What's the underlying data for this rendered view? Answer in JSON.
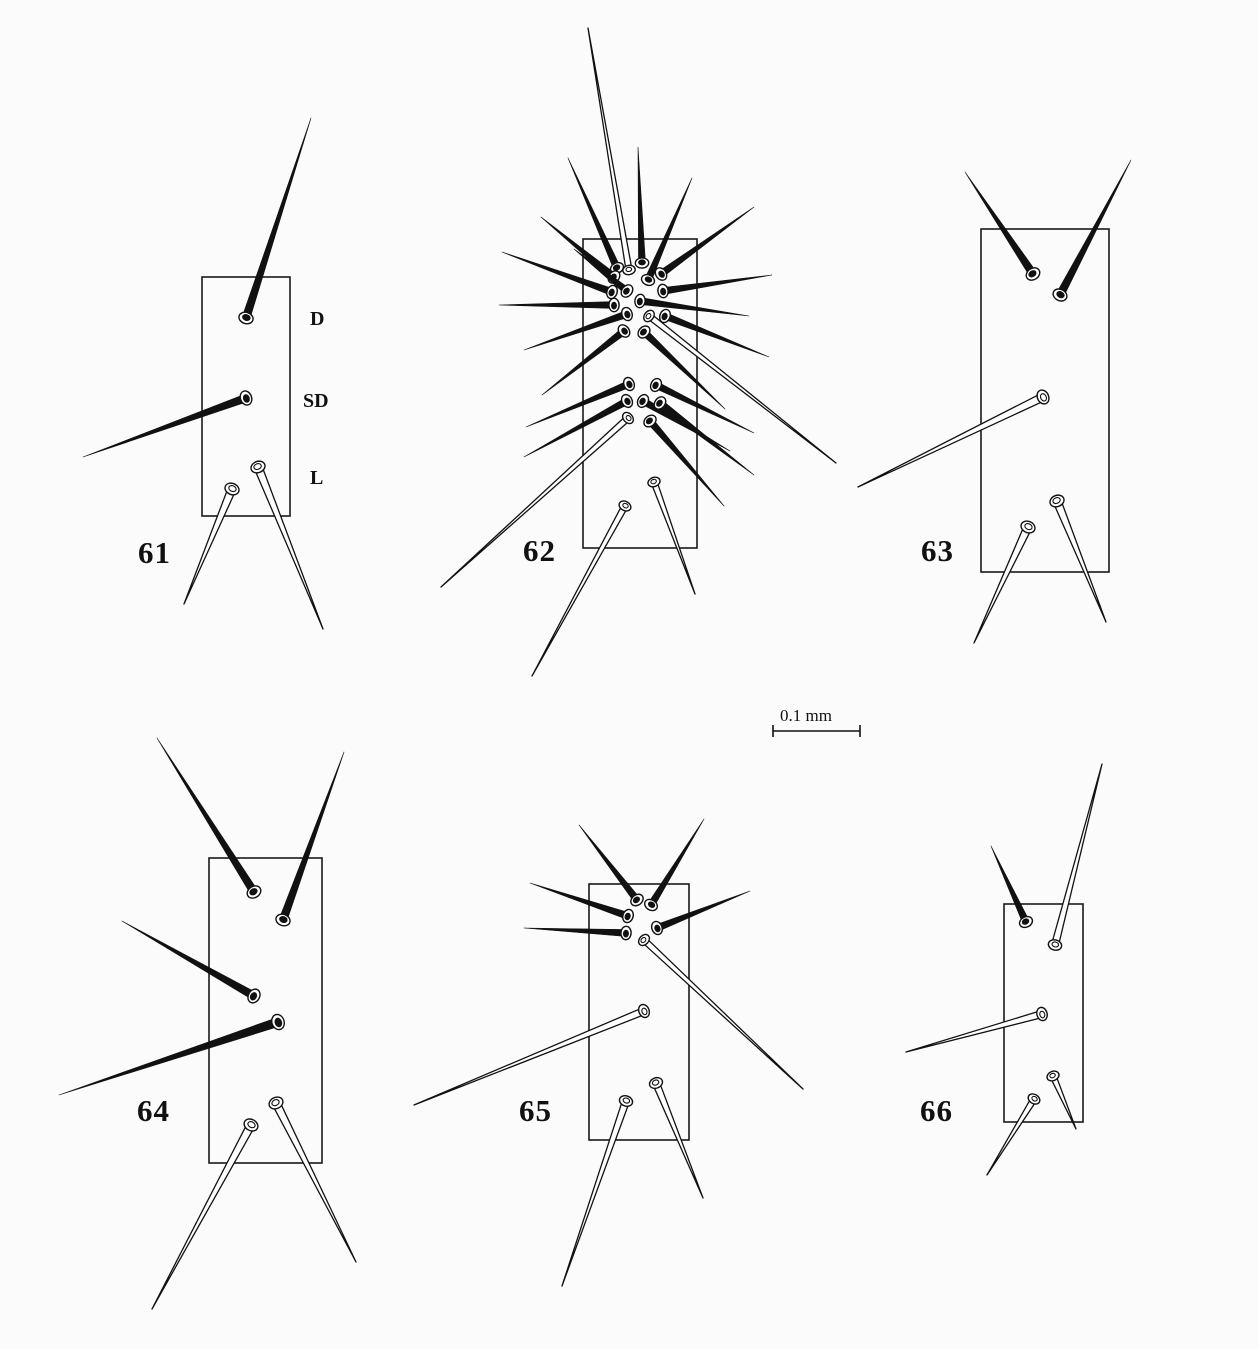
{
  "figures": [
    {
      "id": "fig61",
      "number": "61"
    },
    {
      "id": "fig62",
      "number": "62"
    },
    {
      "id": "fig63",
      "number": "63"
    },
    {
      "id": "fig64",
      "number": "64"
    },
    {
      "id": "fig65",
      "number": "65"
    },
    {
      "id": "fig66",
      "number": "66"
    }
  ],
  "setae_labels": {
    "d": "D",
    "sd": "SD",
    "l": "L"
  },
  "scale_bar": {
    "label": "0.1 mm"
  },
  "colors": {
    "ink": "#111111",
    "background": "#fbfbfb"
  }
}
